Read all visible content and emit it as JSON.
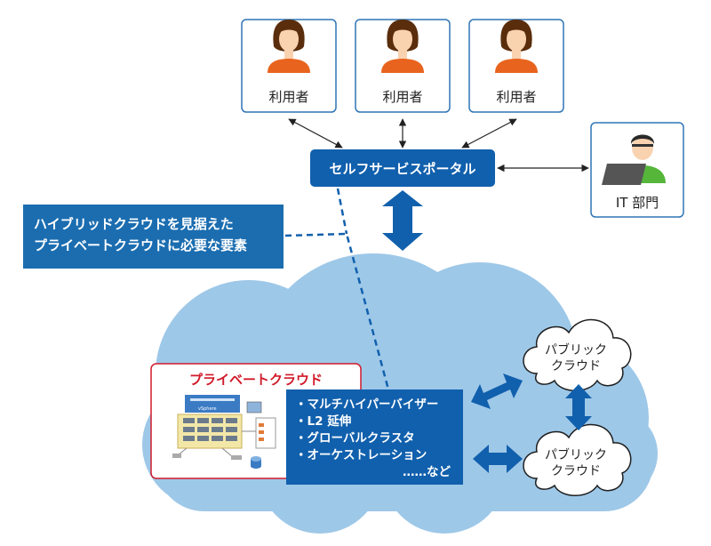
{
  "users": [
    {
      "label": "利用者"
    },
    {
      "label": "利用者"
    },
    {
      "label": "利用者"
    }
  ],
  "it_department": {
    "label": "IT 部門"
  },
  "portal": {
    "label": "セルフサービスポータル"
  },
  "callout": {
    "line1": "ハイブリッドクラウドを見据えた",
    "line2": "プライベートクラウドに必要な要素"
  },
  "private_cloud": {
    "title": "プライベートクラウド",
    "screen_label": "vSphere"
  },
  "features": {
    "items": [
      "・マルチハイパーバイザー",
      "・L2 延伸",
      "・グローバルクラスタ",
      "・オーケストレーション"
    ],
    "etc": "……など"
  },
  "public_clouds": [
    {
      "line1": "パブリック",
      "line2": "クラウド"
    },
    {
      "line1": "パブリック",
      "line2": "クラウド"
    }
  ],
  "colors": {
    "portal_blue": "#1160ad",
    "callout_blue": "#1b6db0",
    "cloud_fill": "#9ec8e8",
    "box_border": "#2e75b6",
    "private_border": "#d11a2a",
    "skin": "#f9d2b0",
    "hair": "#5a2d0c",
    "shirt": "#e8641e",
    "it_shirt": "#55b63a"
  }
}
